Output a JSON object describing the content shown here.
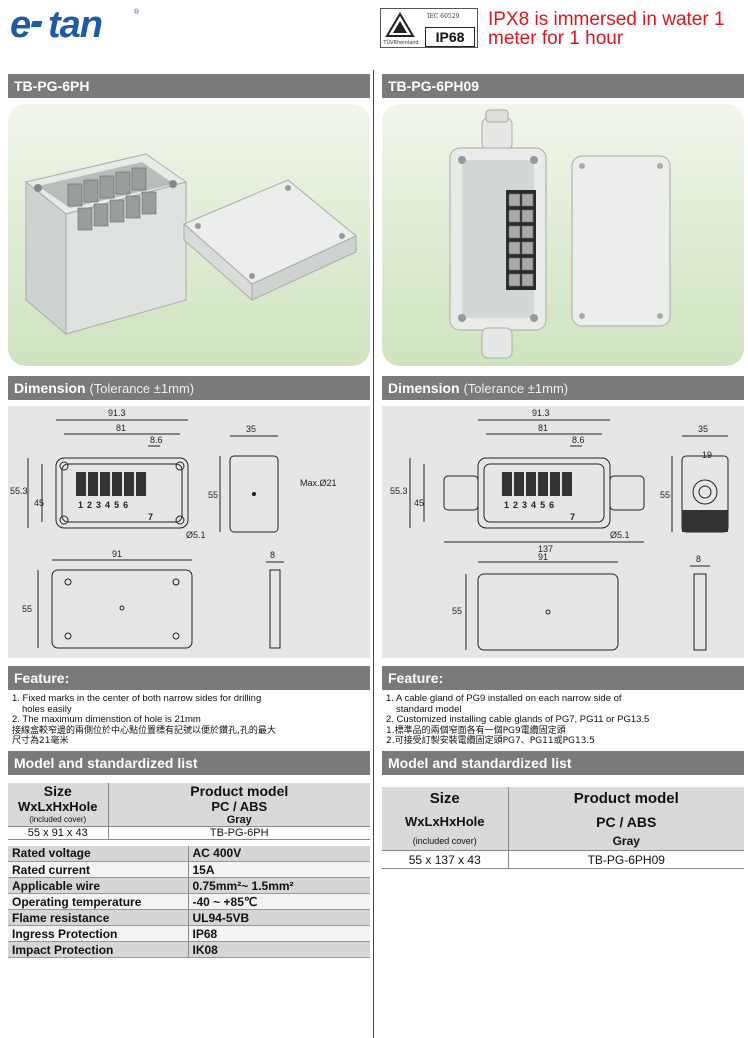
{
  "brand": {
    "logo_text": "e·tan",
    "registered_mark": "®"
  },
  "certification": {
    "standard": "IEC 60529",
    "rating": "IP68",
    "lab": "TÜVRheinland"
  },
  "ipx_note": "IPX8 is immersed in water 1 meter for 1 hour",
  "left": {
    "model_title": "TB-PG-6PH",
    "dimension_title": "Dimension",
    "tolerance": "(Tolerance ±1mm)",
    "dims": {
      "overall_width": "91.3",
      "inner_width": "81",
      "pitch": "8.6",
      "depth": "35",
      "height_outer": "55.3",
      "height_inner": "45",
      "hole_dia": "Max.Ø21",
      "side_height": "55",
      "mount_hole": "Ø5.1",
      "cover_width": "91",
      "cover_height": "55",
      "cover_thickness": "8",
      "terminals": [
        "1",
        "2",
        "3",
        "4",
        "5",
        "6",
        "7"
      ]
    },
    "feature_title": "Feature:",
    "features": [
      "1. Fixed marks in the center of both narrow sides for drilling",
      "holes easily",
      "2. The maximum dimenstion of hole is 21mm",
      "接線盒較窄邊的兩側位於中心點位置標有記號以便於鑽孔,孔的最大",
      "尺寸為21毫米"
    ],
    "model_list_title": "Model and standardized list",
    "table": {
      "size_label": "Size",
      "size_sub": "WxLxHxHole",
      "size_note": "(included cover)",
      "product_label": "Product model",
      "material": "PC / ABS",
      "color": "Gray",
      "size_value": "55 x 91 x 43",
      "model_value": "TB-PG-6PH"
    },
    "specs": [
      {
        "label": "Rated voltage",
        "value": "AC 400V"
      },
      {
        "label": "Rated current",
        "value": "15A"
      },
      {
        "label": "Applicable wire",
        "value": "0.75mm²~ 1.5mm²"
      },
      {
        "label": "Operating temperature",
        "value": "-40 ~ +85℃"
      },
      {
        "label": "Flame resistance",
        "value": "UL94-5VB"
      },
      {
        "label": "Ingress Protection",
        "value": "IP68"
      },
      {
        "label": "Impact Protection",
        "value": "IK08"
      }
    ]
  },
  "right": {
    "model_title": "TB-PG-6PH09",
    "dimension_title": "Dimension",
    "tolerance": "(Tolerance ±1mm)",
    "dims": {
      "overall_width": "91.3",
      "inner_width": "81",
      "pitch": "8.6",
      "depth": "35",
      "gland": "19",
      "height_outer": "55.3",
      "height_inner": "45",
      "side_height": "55",
      "mount_hole": "Ø5.1",
      "total_length": "137",
      "cover_width": "91",
      "cover_height": "55",
      "cover_thickness": "8",
      "terminals": [
        "1",
        "2",
        "3",
        "4",
        "5",
        "6",
        "7"
      ]
    },
    "feature_title": "Feature:",
    "features": [
      "1. A cable gland of PG9 installed on each narrow side of",
      "standard model",
      "2. Customized installing cable glands of PG7, PG11 or PG13.5",
      "1.標準品的兩個窄面各有一個PG9電纜固定頭",
      "2.可接受訂製安裝電纜固定頭PG7、PG11或PG13.5"
    ],
    "model_list_title": "Model and standardized list",
    "table": {
      "size_label": "Size",
      "size_sub": "WxLxHxHole",
      "size_note": "(included cover)",
      "product_label": "Product model",
      "material": "PC / ABS",
      "color": "Gray",
      "size_value": "55 x 137 x 43",
      "model_value": "TB-PG-6PH09"
    }
  }
}
